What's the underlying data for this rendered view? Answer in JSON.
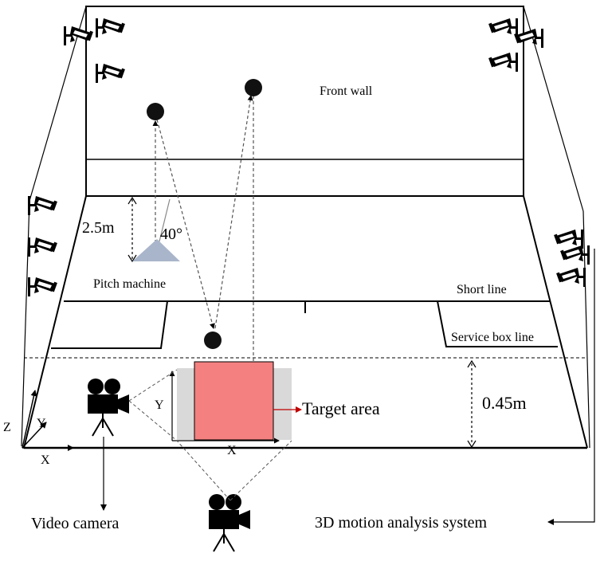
{
  "labels": {
    "front_wall": "Front wall",
    "height_marker": "2.5m",
    "angle": "40°",
    "pitch_machine": "Pitch machine",
    "short_line": "Short line",
    "service_box_line": "Service box line",
    "target_area": "Target area",
    "target_height": "0.45m",
    "axis_z": "Z",
    "axis_y": "Y",
    "axis_x": "X",
    "target_axis_y": "Y",
    "target_axis_x": "X",
    "video_camera": "Video camera",
    "motion_system": "3D motion analysis system"
  },
  "colors": {
    "target_fill": "#f48080",
    "target_shadow": "#d9d9d9",
    "pitch_machine": "#a9b5ca",
    "arrow_red": "#c00000",
    "line": "#000000"
  },
  "icons": [
    "cctv-camera-icon",
    "video-camera-icon",
    "ball-icon"
  ]
}
